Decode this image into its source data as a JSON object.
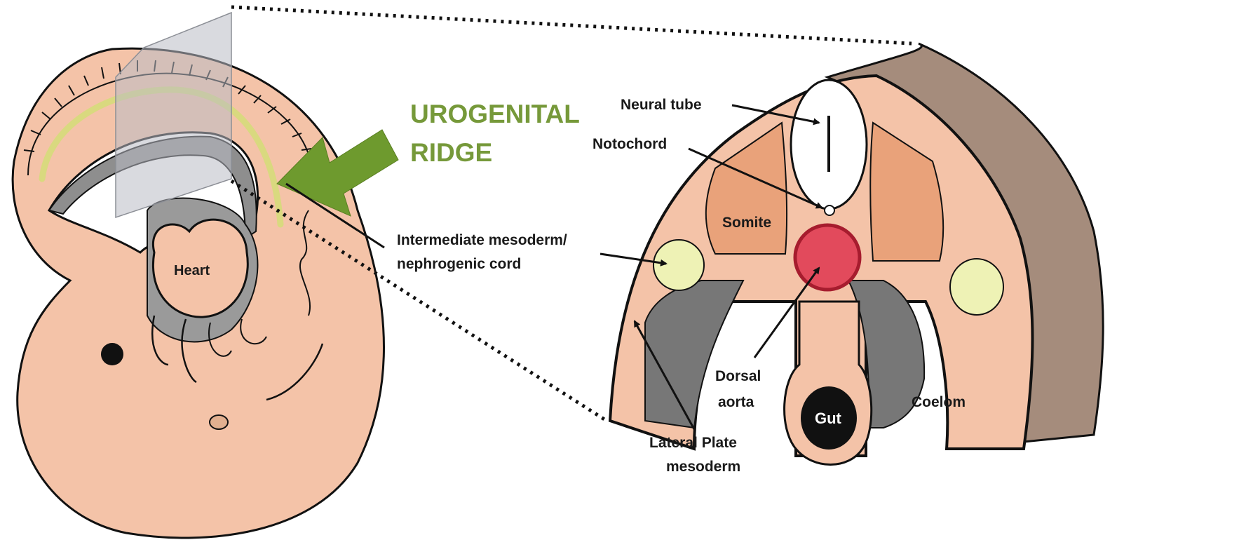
{
  "callout": {
    "line1": "UROGENITAL",
    "line2": "RIDGE",
    "color": "#76993a"
  },
  "labels": {
    "heart": "Heart",
    "neural_tube": "Neural tube",
    "notochord": "Notochord",
    "somite": "Somite",
    "intermediate_line1": "Intermediate mesoderm/",
    "intermediate_line2": "nephrogenic cord",
    "dorsal_line1": "Dorsal",
    "dorsal_line2": "aorta",
    "gut": "Gut",
    "coelom": "Coelom",
    "lateral_line1": "Lateral Plate",
    "lateral_line2": "mesoderm"
  },
  "colors": {
    "tissue": "#f4c3a8",
    "somite": "#e9a27a",
    "nephrogenic_cord": "#eef2b5",
    "aorta": "#e24a5c",
    "coelom": "#777777",
    "ectoderm_outer": "#a58c7c",
    "plane": "#b9bcc4"
  }
}
